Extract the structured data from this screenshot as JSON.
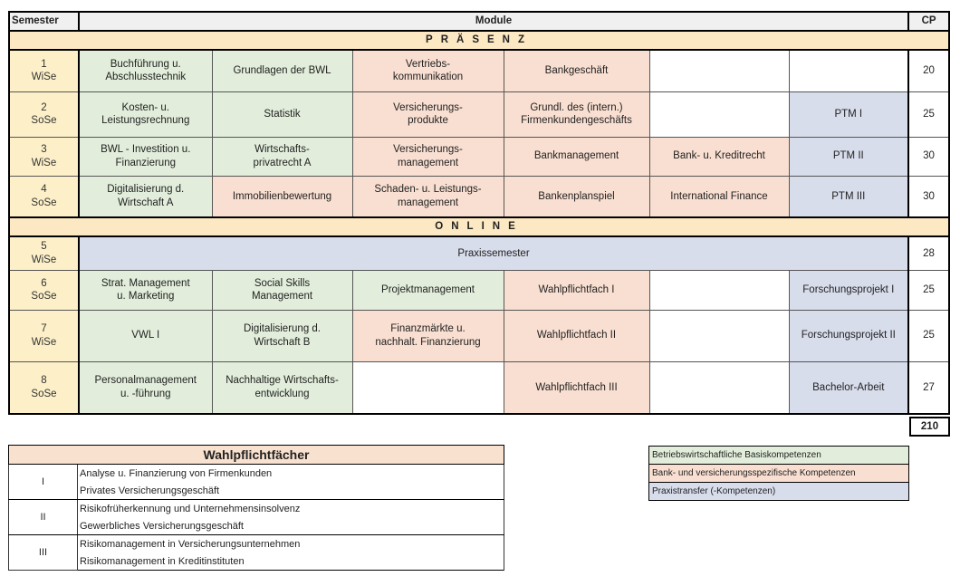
{
  "header": {
    "semester": "Semester",
    "module": "Module",
    "cp": "CP"
  },
  "sections": {
    "praesenz": "PRÄSENZ",
    "online": "ONLINE"
  },
  "colors": {
    "basis": "#e2eedb",
    "bank": "#f9dfd1",
    "praxis": "#d8ddec",
    "semester": "#fdf0c9",
    "section": "#fce8c2"
  },
  "rows": [
    {
      "num": "1",
      "term": "WiSe",
      "cp": "20",
      "m": [
        "Buchführung u.\nAbschlusstechnik",
        "Grundlagen der BWL",
        "Vertriebs-\nkommunikation",
        "Bankgeschäft",
        "",
        ""
      ]
    },
    {
      "num": "2",
      "term": "SoSe",
      "cp": "25",
      "m": [
        "Kosten- u.\nLeistungsrechnung",
        "Statistik",
        "Versicherungs-\nprodukte",
        "Grundl. des (intern.)\nFirmenkundengeschäfts",
        "",
        "PTM I"
      ]
    },
    {
      "num": "3",
      "term": "WiSe",
      "cp": "30",
      "m": [
        "BWL - Investition u.\nFinanzierung",
        "Wirtschafts-\nprivatrecht A",
        "Versicherungs-\nmanagement",
        "Bankmanagement",
        "Bank- u. Kreditrecht",
        "PTM II"
      ]
    },
    {
      "num": "4",
      "term": "SoSe",
      "cp": "30",
      "m": [
        "Digitalisierung d.\nWirtschaft A",
        "Immobilienbewertung",
        "Schaden- u. Leistungs-\nmanagement",
        "Bankenplanspiel",
        "International Finance",
        "PTM III"
      ]
    },
    {
      "num": "5",
      "term": "WiSe",
      "cp": "28",
      "m": [
        "Praxissemester"
      ]
    },
    {
      "num": "6",
      "term": "SoSe",
      "cp": "25",
      "m": [
        "Strat. Management\nu. Marketing",
        "Social Skills\nManagement",
        "Projektmanagement",
        "Wahlpflichtfach I",
        "",
        "Forschungsprojekt I"
      ]
    },
    {
      "num": "7",
      "term": "WiSe",
      "cp": "25",
      "m": [
        "VWL I",
        "Digitalisierung d.\nWirtschaft B",
        "Finanzmärkte u.\nnachhalt. Finanzierung",
        "Wahlpflichtfach II",
        "",
        "Forschungsprojekt II"
      ]
    },
    {
      "num": "8",
      "term": "SoSe",
      "cp": "27",
      "m": [
        "Personalmanagement\nu. -führung",
        "Nachhaltige Wirtschafts-\nentwicklung",
        "",
        "Wahlpflichtfach III",
        "",
        "Bachelor-Arbeit"
      ]
    }
  ],
  "total_cp": "210",
  "wahlpflicht": {
    "title": "Wahlpflichtfächer",
    "groups": [
      {
        "num": "I",
        "items": [
          "Analyse u. Finanzierung von Firmenkunden",
          "Privates Versicherungsgeschäft"
        ]
      },
      {
        "num": "II",
        "items": [
          "Risikofrüherkennung und Unternehmensinsolvenz",
          "Gewerbliches Versicherungsgeschäft"
        ]
      },
      {
        "num": "III",
        "items": [
          "Risikomanagement in Versicherungsunternehmen",
          "Risikomanagement in Kreditinstituten"
        ]
      }
    ]
  },
  "legend": [
    "Betriebswirtschaftliche Basiskompetenzen",
    "Bank- und versicherungsspezifische Kompetenzen",
    "Praxistransfer (-Kompetenzen)"
  ]
}
